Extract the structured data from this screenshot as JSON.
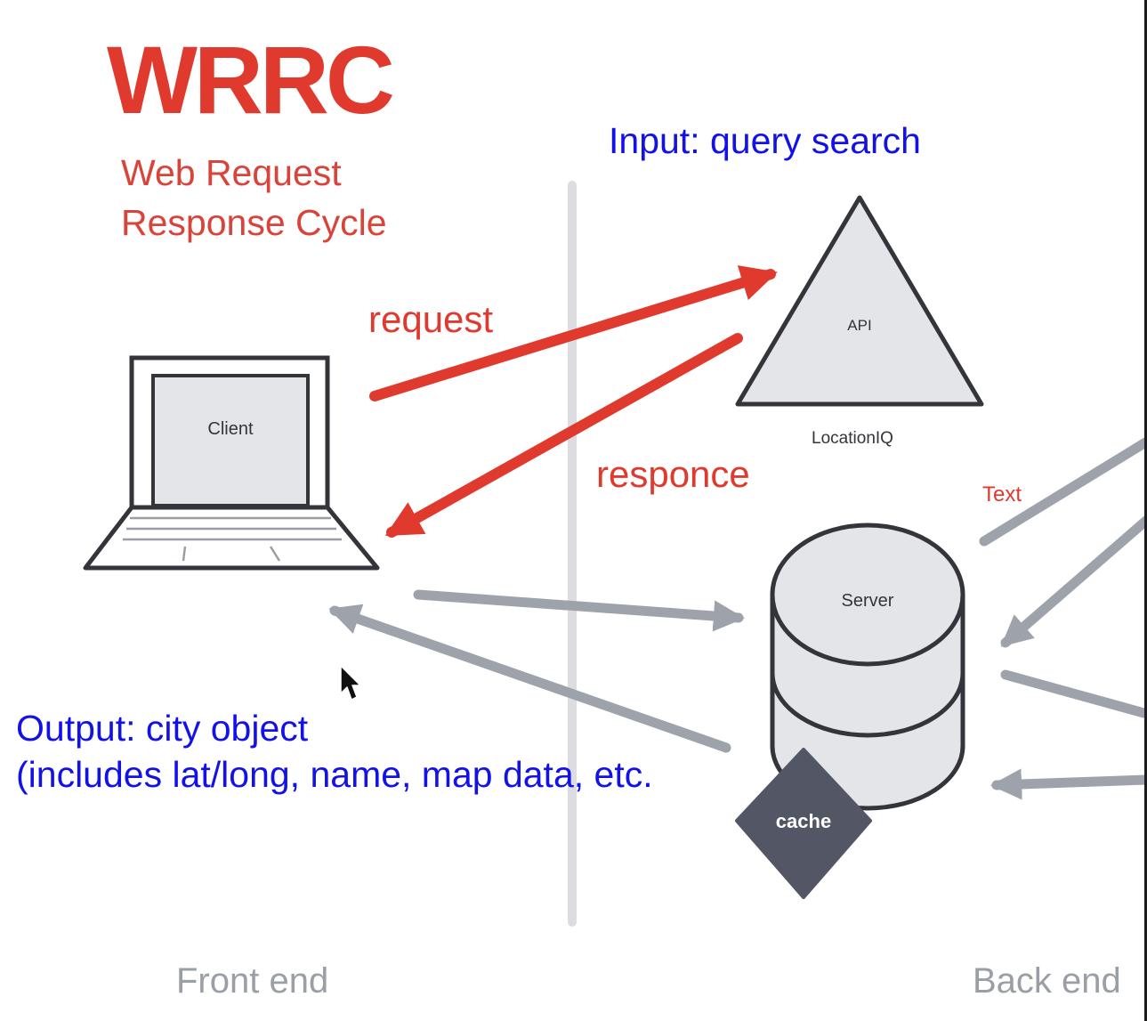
{
  "title": "WRRC",
  "subtitle": "Web Request\nResponse Cycle",
  "annotations": {
    "input": "Input: query search",
    "output": "Output: city object\n(includes lat/long, name, map data, etc."
  },
  "labels": {
    "request": "request",
    "response": "responce",
    "text": "Text",
    "client": "Client",
    "api": "API",
    "api_service": "LocationIQ",
    "server": "Server",
    "cache": "cache"
  },
  "sections": {
    "front_end": "Front end",
    "back_end": "Back end"
  },
  "colors": {
    "red": "#e03a2e",
    "blue": "#1212e8",
    "grey_arrow": "#9ea2aa",
    "line": "#34353b",
    "fill": "#e4e5e8",
    "cache": "#535664"
  }
}
